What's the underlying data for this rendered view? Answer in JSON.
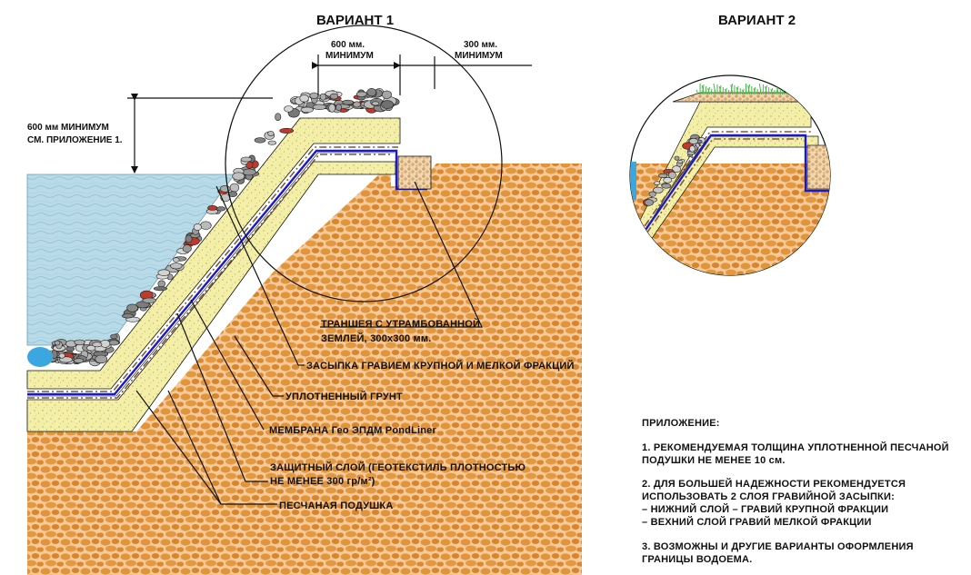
{
  "titles": {
    "variant1": "ВАРИАНТ 1",
    "variant2": "ВАРИАНТ 2"
  },
  "dimensions": {
    "width600_line1": "600 мм.",
    "width600_line2": "МИНИМУМ",
    "width300_line1": "300 мм.",
    "width300_line2": "МИНИМУМ",
    "height600_line1": "600 мм МИНИМУМ",
    "height600_line2": "СМ. ПРИЛОЖЕНИЕ 1."
  },
  "callouts": {
    "trench_line1": "ТРАНШЕЯ С УТРАМБОВАННОЙ",
    "trench_line2": "ЗЕМЛЕЙ, 300x300 мм.",
    "gravel": "ЗАСЫПКА ГРАВИЕМ КРУПНОЙ И МЕЛКОЙ ФРАКЦИЙ",
    "compacted": "УПЛОТНЕННЫЙ ГРУНТ",
    "membrane": "МЕМБРАНА Гео ЭПДМ PondLiner",
    "protective_line1": "ЗАЩИТНЫЙ СЛОЙ (ГЕОТЕКСТИЛЬ ПЛОТНОСТЬЮ",
    "protective_line2": "НЕ МЕНЕЕ 300 гр/м²)",
    "sand": "ПЕСЧАНАЯ ПОДУШКА"
  },
  "notes": {
    "heading": "ПРИЛОЖЕНИЕ:",
    "n1_line1": "1.    РЕКОМЕНДУЕМАЯ ТОЛЩИНА УПЛОТНЕННОЙ ПЕСЧАНОЙ",
    "n1_line2": "ПОДУШКИ НЕ МЕНЕЕ 10 см.",
    "n2_line1": "2.    ДЛЯ БОЛЬШЕЙ НАДЕЖНОСТИ РЕКОМЕНДУЕТСЯ",
    "n2_line2": "ИСПОЛЬЗОВАТЬ 2 СЛОЯ ГРАВИЙНОЙ ЗАСЫПКИ:",
    "n2_line3": "–  НИЖНИЙ СЛОЙ – ГРАВИЙ КРУПНОЙ ФРАКЦИИ",
    "n2_line4": "–  ВЕХНИЙ СЛОЙ ГРАВИЙ МЕЛКОЙ ФРАКЦИИ",
    "n3_line1": "3.    ВОЗМОЖНЫ И ДРУГИЕ ВАРИАНТЫ ОФОРМЛЕНИЯ",
    "n3_line2": "ГРАНИЦЫ ВОДОЕМА."
  },
  "colors": {
    "water": "#b9dbe8",
    "soil": "#e0953a",
    "sand": "#f3eea8",
    "membrane": "#1a1acc",
    "geotextile": "#7a5a3a",
    "gravel": "#8a8a8a",
    "grass": "#44bb44"
  }
}
